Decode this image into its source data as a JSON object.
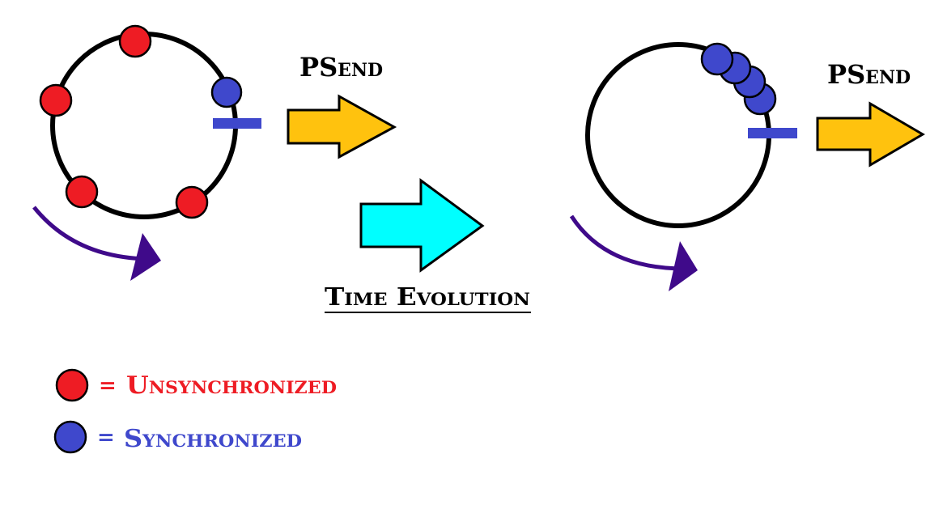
{
  "labels": {
    "psend_left": "PSend",
    "psend_right": "PSend",
    "time_evolution": "Time Evolution"
  },
  "legend": {
    "unsync_eq": "=",
    "unsync_text": "Unsynchronized",
    "sync_eq": "=",
    "sync_text": "Synchronized"
  },
  "colors": {
    "unsynchronized": "#ee1c24",
    "synchronized": "#3f48cc",
    "marker": "#3f48cc",
    "psend_arrow": "#ffc20e",
    "time_arrow": "#00ffff",
    "rotation_arrow": "#3f0a8a",
    "outline": "#000000"
  },
  "icons": {
    "psend_arrow": "arrow-right-icon",
    "time_arrow": "arrow-right-icon",
    "rotation": "curved-arrow-icon"
  }
}
